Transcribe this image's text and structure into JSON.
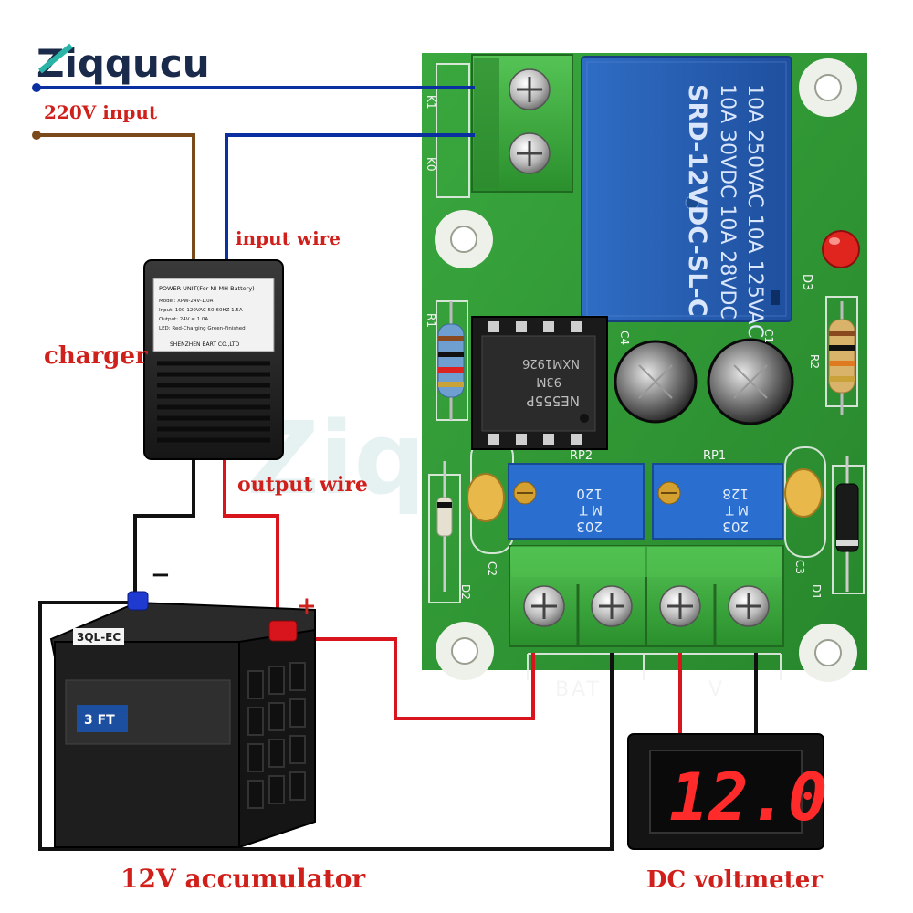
{
  "brand": {
    "name": "Ziqqucu",
    "watermark": "Ziq"
  },
  "labels": {
    "input_220v": "220V input",
    "input_wire": "input wire",
    "charger": "charger",
    "output_wire": "output wire",
    "minus": "−",
    "plus": "+",
    "accumulator": "12V accumulator",
    "voltmeter": "DC voltmeter"
  },
  "relay": {
    "line1": "10A 250VAC  10A 125VAC",
    "line2": "10A 30VDC  10A 28VDC",
    "line3": "SRD-12VDC-SL-C"
  },
  "board": {
    "k1": "K1",
    "k0": "K0",
    "r1": "R1",
    "r2": "R2",
    "d1": "D1",
    "d2": "D2",
    "d3": "D3",
    "c1": "C1",
    "c2": "C2",
    "c3": "C3",
    "c4": "C4",
    "rp1": "RP1",
    "rp2": "RP2",
    "terminal_bat": "BAT",
    "terminal_v": "V",
    "chip_line1": "NE555P",
    "chip_line2": "93M",
    "chip_line3": "NXM1926",
    "pot1_line1": "203",
    "pot1_line2": "M T",
    "pot1_line3": "128",
    "pot2_line1": "203",
    "pot2_line2": "M T",
    "pot2_line3": "120"
  },
  "charger_label": {
    "title": "POWER UNIT(For NI-MH Battery)",
    "model": "Model:  XPW-24V-1.0A",
    "input": "Input:  100-120VAC 50-60HZ 1.5A",
    "output": "Output:  24V = 1.0A",
    "led": "LED:  Red-Charging Green-Finished",
    "maker": "SHENZHEN BART CO.,LTD"
  },
  "battery": {
    "brand": "3QL-EC",
    "badge": "3 FT"
  },
  "voltmeter_reading": "12.0",
  "colors": {
    "board": "#2f9a34",
    "terminal": "#3cae3c",
    "relay": "#2a63b8",
    "wire_blue": "#0a2fa0",
    "wire_brown": "#7a4a1a",
    "wire_red": "#d8141c",
    "wire_black": "#111111",
    "label_red": "#d0201c",
    "brand_navy": "#1a2a4a",
    "brand_teal": "#2ab4a8",
    "display_red": "#ff2a2a"
  }
}
